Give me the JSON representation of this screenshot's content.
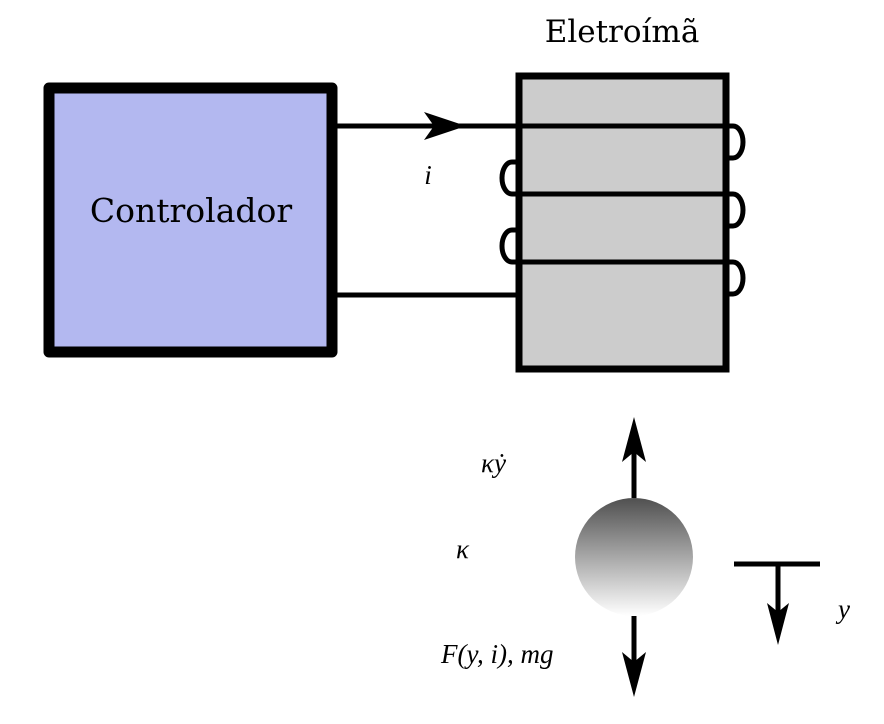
{
  "controller": {
    "label": "Controlador",
    "fill": "#b3b8f0"
  },
  "electromagnet": {
    "label": "Eletroímã",
    "fill": "#cccccc"
  },
  "labels": {
    "current": "i",
    "damping_force": "κẏ",
    "damping_coef": "κ",
    "down_forces": "F(y, i),  mg",
    "position": "y"
  },
  "colors": {
    "stroke": "#000000",
    "ball_top": "#505050",
    "ball_bottom": "#ffffff"
  }
}
